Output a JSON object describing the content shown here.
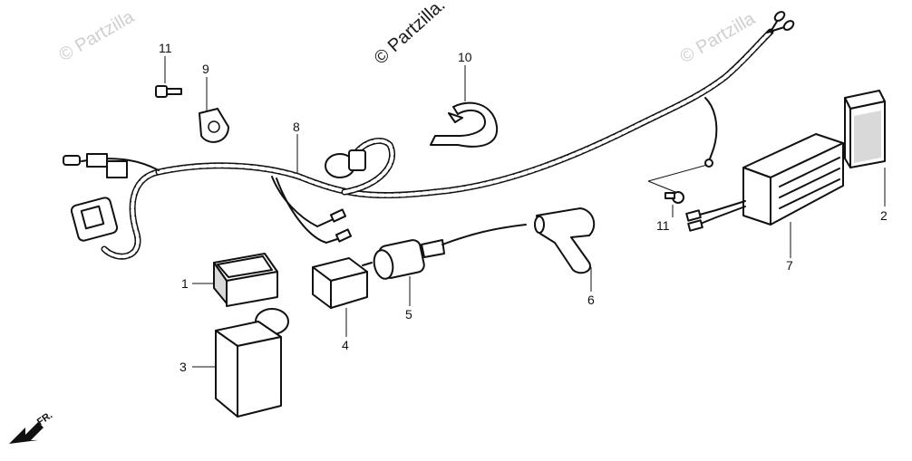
{
  "watermarks": {
    "center": "© Partzilla.",
    "left": "© Partzilla",
    "right": "© Partzilla"
  },
  "front_marker": "FR.",
  "callouts": {
    "c1": "1",
    "c2": "2",
    "c3": "3",
    "c4": "4",
    "c5": "5",
    "c6": "6",
    "c7": "7",
    "c8": "8",
    "c9": "9",
    "c10": "10",
    "c11a": "11",
    "c11b": "11"
  }
}
